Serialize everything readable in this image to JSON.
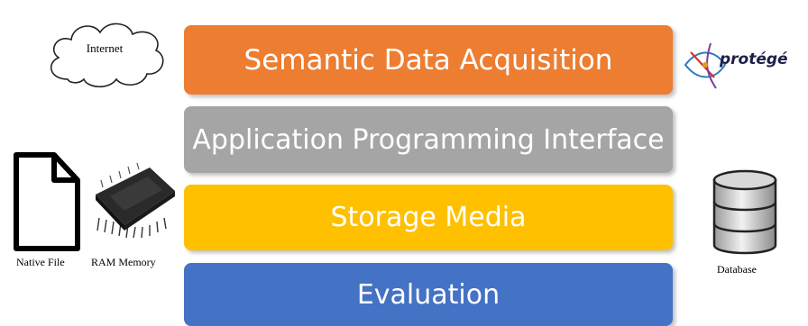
{
  "layers": [
    {
      "label": "Semantic Data Acquisition",
      "color": "#ED7D31"
    },
    {
      "label": "Application Programming Interface",
      "color": "#A5A5A5"
    },
    {
      "label": "Storage Media",
      "color": "#FFC000"
    },
    {
      "label": "Evaluation",
      "color": "#4472C4"
    }
  ],
  "icons": {
    "internet": {
      "name": "cloud-icon",
      "label": "Internet"
    },
    "native_file": {
      "name": "file-icon",
      "label": "Native File"
    },
    "ram": {
      "name": "ram-chip-icon",
      "label": "RAM Memory"
    },
    "database": {
      "name": "database-icon",
      "label": "Database"
    },
    "protege": {
      "name": "protege-logo",
      "label": "protégé"
    }
  }
}
